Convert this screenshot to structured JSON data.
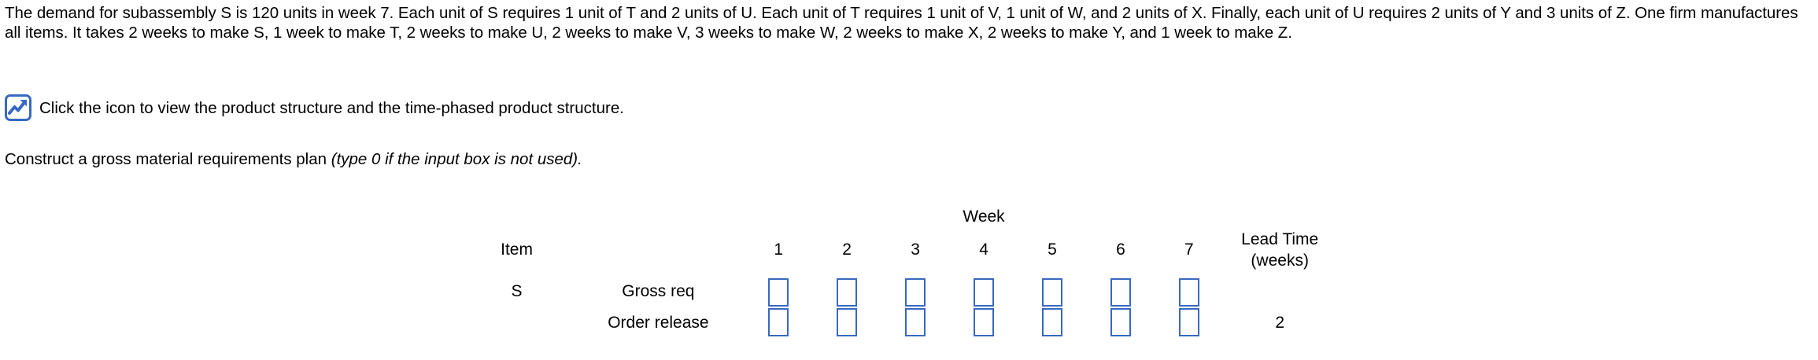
{
  "problem": {
    "statement": "The demand for subassembly S is 120 units in week 7. Each unit of S requires 1 unit of T and 2 units of U. Each unit of T requires 1 unit of V, 1 unit of W, and 2 units of X. Finally, each unit of U requires 2 units of Y and 3 units of Z. One firm manufactures all items. It takes 2 weeks to make S, 1 week to make T, 2 weeks to make U, 2 weeks to make V, 3 weeks to make W, 2 weeks to make X, 2 weeks to make Y, and 1 week to make Z."
  },
  "icon_line": {
    "icon_name": "chart-icon",
    "icon_color": "#3A68C0",
    "text": "Click the icon to view the product structure and the time-phased product structure."
  },
  "instruction": {
    "main": "Construct a gross material requirements plan ",
    "hint": "(type 0 if the input box is not used)."
  },
  "table": {
    "group_header": "Week",
    "item_header": "Item",
    "lead_header_line1": "Lead Time",
    "lead_header_line2": "(weeks)",
    "week_numbers": [
      "1",
      "2",
      "3",
      "4",
      "5",
      "6",
      "7"
    ],
    "rows": [
      {
        "item": "S",
        "label": "Gross req",
        "inputs": [
          "",
          "",
          "",
          "",
          "",
          "",
          ""
        ],
        "lead_time": ""
      },
      {
        "item": "",
        "label": "Order release",
        "inputs": [
          "",
          "",
          "",
          "",
          "",
          "",
          ""
        ],
        "lead_time": "2"
      }
    ]
  }
}
